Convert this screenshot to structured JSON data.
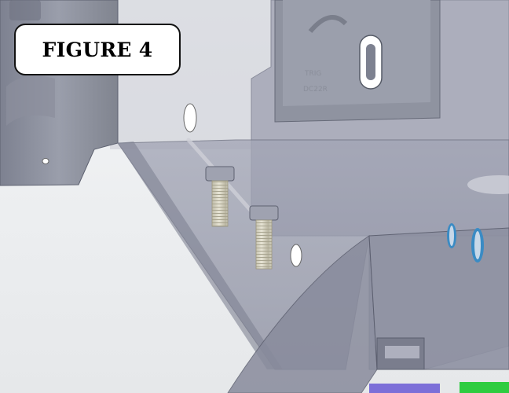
{
  "figure": {
    "label": "FIGURE 4"
  },
  "stamp": {
    "line1": "TRIG",
    "line2": "DC22R"
  },
  "colors": {
    "background": "#eceef0",
    "bracket": "#8c909e",
    "bracket_dark": "#6f7382",
    "translucent_part": "#9a9cae",
    "bolt_thread": "#d8d5c7",
    "hole_accent": "#3a8bc4",
    "green_part": "#2ecc40",
    "purple_part": "#7c6fd8"
  },
  "icons": {
    "bolt": "hex-head-bolt-icon"
  }
}
